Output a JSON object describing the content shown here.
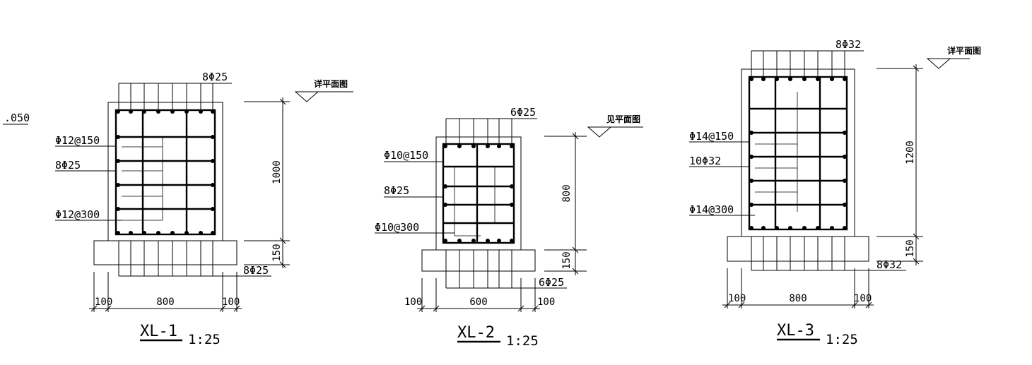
{
  "level_note": ".050",
  "sections": [
    {
      "title": "XL-1",
      "scale": "1:25",
      "level_label": "详平面图",
      "top_bars": "8Φ25",
      "stirrup_label": "Φ12@150",
      "side_bars": "8Φ25",
      "tie_label": "Φ12@300",
      "bottom_bars": "8Φ25",
      "height_dim": "1000",
      "cap_dim": "150",
      "width_dim": "800",
      "cover_left": "100",
      "cover_right": "100"
    },
    {
      "title": "XL-2",
      "scale": "1:25",
      "level_label": "见平面图",
      "top_bars": "6Φ25",
      "stirrup_label": "Φ10@150",
      "side_bars": "8Φ25",
      "tie_label": "Φ10@300",
      "bottom_bars": "6Φ25",
      "height_dim": "800",
      "cap_dim": "150",
      "width_dim": "600",
      "cover_left": "100",
      "cover_right": "100"
    },
    {
      "title": "XL-3",
      "scale": "1:25",
      "level_label": "详平面图",
      "top_bars": "8Φ32",
      "stirrup_label": "Φ14@150",
      "side_bars": "10Φ32",
      "tie_label": "Φ14@300",
      "bottom_bars": "8Φ32",
      "height_dim": "1200",
      "cap_dim": "150",
      "width_dim": "800",
      "cover_left": "100",
      "cover_right": "100"
    }
  ]
}
